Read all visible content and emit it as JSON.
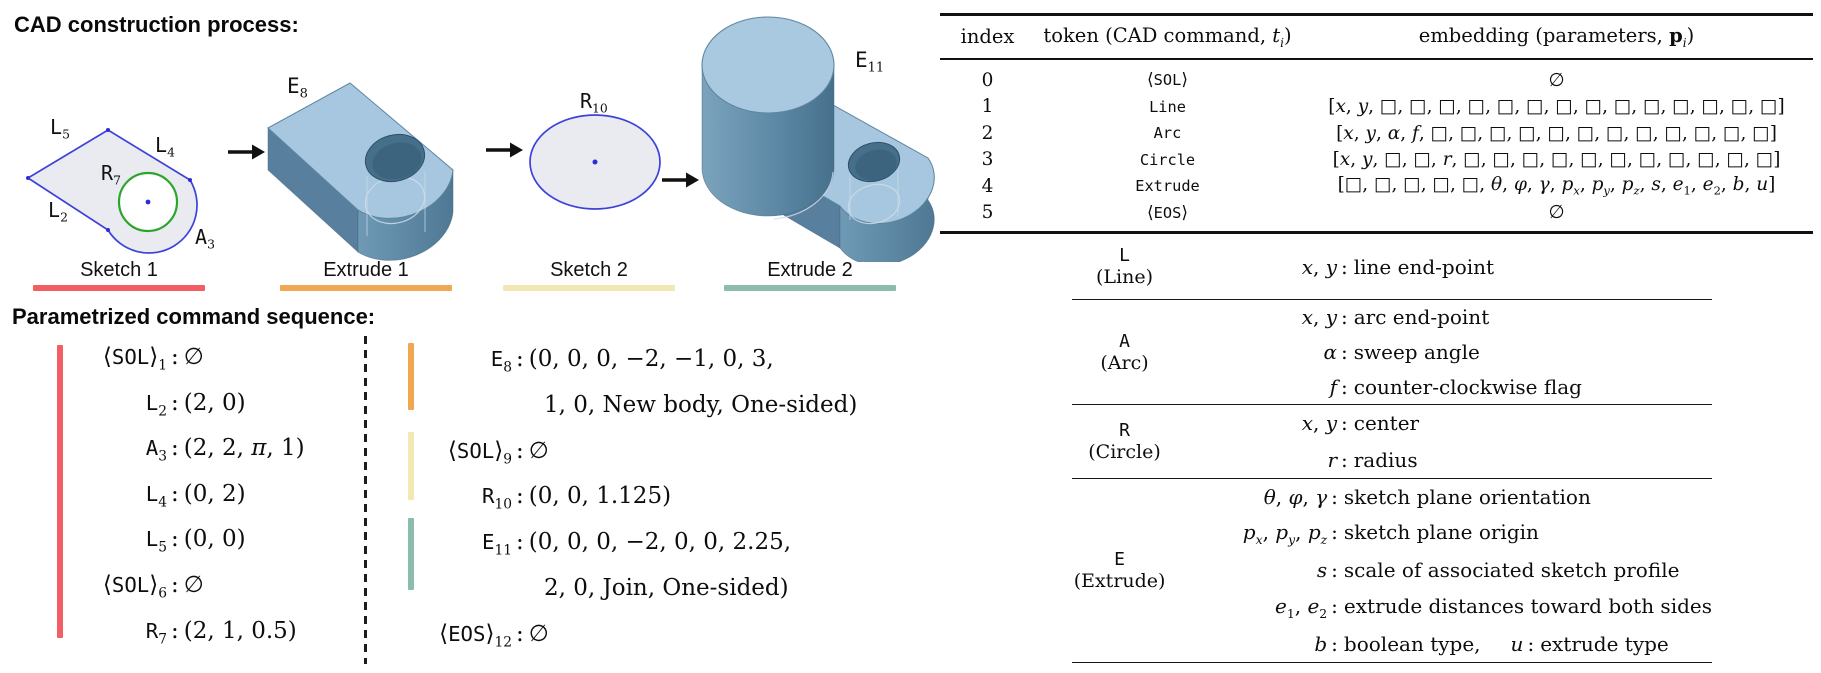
{
  "palette": {
    "red": "#f15e63",
    "orange": "#f0a751",
    "yellow": "#f2e8b4",
    "teal": "#8cbcab",
    "sketch_outline": "#3d43da",
    "sketch_fill": "#e9ebf0",
    "circle_green": "#2ba52b",
    "dot_blue": "#2c2cd8",
    "solid_top": "#a6c7df",
    "solid_side_dark": "#587f9d",
    "solid_hole": "#456f8a",
    "edge_light": "#cfdde8",
    "arrow_black": "#111111"
  },
  "left_panel": {
    "process_title": "CAD construction process:",
    "sequence_title": "Parametrized command sequence:",
    "stages": [
      {
        "label": "Sketch 1"
      },
      {
        "label": "Extrude 1"
      },
      {
        "label": "Sketch 2"
      },
      {
        "label": "Extrude 2"
      }
    ],
    "shape_labels": {
      "sketch1": [
        {
          "cmd": "L",
          "sub": "5"
        },
        {
          "cmd": "L",
          "sub": "4"
        },
        {
          "cmd": "R",
          "sub": "7"
        },
        {
          "cmd": "L",
          "sub": "2"
        },
        {
          "cmd": "A",
          "sub": "3"
        }
      ],
      "extrude1": {
        "cmd": "E",
        "sub": "8"
      },
      "sketch2": {
        "cmd": "R",
        "sub": "10"
      },
      "extrude2": {
        "cmd": "E",
        "sub": "11"
      }
    },
    "sequence": {
      "left_column": {
        "items": [
          {
            "cmd": "⟨SOL⟩",
            "sub": "1",
            "params": "∅"
          },
          {
            "cmd": "L",
            "sub": "2",
            "params": "(2, 0)"
          },
          {
            "cmd": "A",
            "sub": "3",
            "params": "(2, 2, *π*, 1)"
          },
          {
            "cmd": "L",
            "sub": "4",
            "params": "(0, 2)"
          },
          {
            "cmd": "L",
            "sub": "5",
            "params": "(0, 0)"
          },
          {
            "cmd": "⟨SOL⟩",
            "sub": "6",
            "params": "∅"
          },
          {
            "cmd": "R",
            "sub": "7",
            "params": "(2, 1, 0.5)"
          }
        ]
      },
      "right_column": {
        "items": [
          {
            "cmd": "E",
            "sub": "8",
            "params": "(0, 0, 0, −2, −1, 0, 3,",
            "params2": "1, 0, New body, One-sided)"
          },
          {
            "cmd": "⟨SOL⟩",
            "sub": "9",
            "params": "∅"
          },
          {
            "cmd": "R",
            "sub": "10",
            "params": "(0, 0, 1.125)"
          },
          {
            "cmd": "E",
            "sub": "11",
            "params": "(0, 0, 0, −2, 0, 0, 2.25,",
            "params2": "2, 0, Join, One-sided)"
          },
          {
            "cmd": "⟨EOS⟩",
            "sub": "12",
            "params": "∅"
          }
        ]
      }
    }
  },
  "token_table": {
    "headers": [
      "index",
      "token (CAD command, *t*~*i*~)",
      "embedding (parameters, **p**~*i*~)"
    ],
    "rows": [
      {
        "index": "0",
        "token": "⟨SOL⟩",
        "embedding": "∅"
      },
      {
        "index": "1",
        "token": "Line",
        "embedding": "[*x*, *y*, □, □, □, □, □, □, □, □, □, □, □, □, □, □]"
      },
      {
        "index": "2",
        "token": "Arc",
        "embedding": "[*x*, *y*, *α*, *f*, □, □, □, □, □, □, □, □, □, □, □, □]"
      },
      {
        "index": "3",
        "token": "Circle",
        "embedding": "[*x*, *y*, □, □, *r*, □, □, □, □, □, □, □, □, □, □, □]"
      },
      {
        "index": "4",
        "token": "Extrude",
        "embedding": "[□, □, □, □, □, *θ*, *φ*, *γ*, *p*~*x*~, *p*~*y*~, *p*~*z*~, *s*, *e*~1~, *e*~2~, *b*, *u*]"
      },
      {
        "index": "5",
        "token": "⟨EOS⟩",
        "embedding": "∅"
      }
    ]
  },
  "param_table": {
    "groups": [
      {
        "letter": "L",
        "name": "(Line)",
        "lines": [
          {
            "sym": "*x*, *y*",
            "desc": "line end-point"
          }
        ]
      },
      {
        "letter": "A",
        "name": "(Arc)",
        "lines": [
          {
            "sym": "*x*, *y*",
            "desc": "arc end-point"
          },
          {
            "sym": "*α*",
            "desc": "sweep angle"
          },
          {
            "sym": "*f*",
            "desc": "counter-clockwise flag"
          }
        ]
      },
      {
        "letter": "R",
        "name": "(Circle)",
        "lines": [
          {
            "sym": "*x*, *y*",
            "desc": "center"
          },
          {
            "sym": "*r*",
            "desc": "radius"
          }
        ]
      },
      {
        "letter": "E",
        "name": "(Extrude)",
        "lines": [
          {
            "sym": "*θ*, *φ*, *γ*",
            "desc": "sketch plane orientation"
          },
          {
            "sym": "*p*~*x*~, *p*~*y*~, *p*~*z*~",
            "desc": "sketch plane origin"
          },
          {
            "sym": "*s*",
            "desc": "scale of associated sketch profile"
          },
          {
            "sym": "*e*~1~, *e*~2~",
            "desc": "extrude distances toward both sides"
          },
          {
            "sym": "*b*",
            "desc": "boolean type,",
            "sym2": "*u*",
            "desc2": "extrude type"
          }
        ]
      }
    ]
  }
}
